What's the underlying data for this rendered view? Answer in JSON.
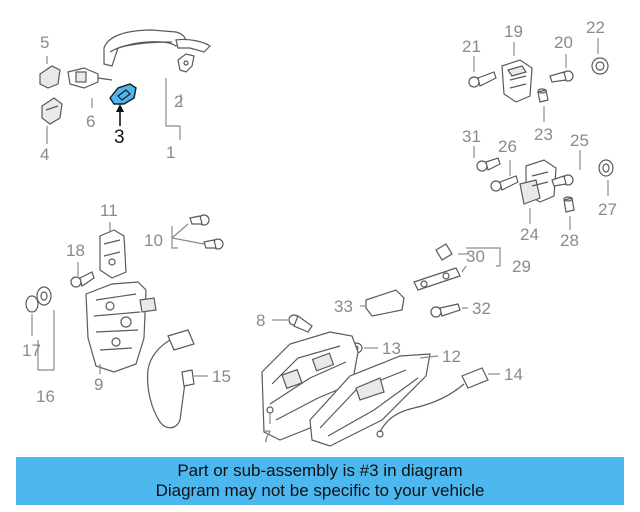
{
  "colors": {
    "highlight": "#4db8f0",
    "banner_bg": "#4db8f0",
    "label": "#8a8a8a",
    "line": "#5a5a5a"
  },
  "highlighted_part": "3",
  "callouts": {
    "n1": "1",
    "n2": "2",
    "n3": "3",
    "n4": "4",
    "n5": "5",
    "n6": "6",
    "n7": "7",
    "n8": "8",
    "n9": "9",
    "n10": "10",
    "n11": "11",
    "n12": "12",
    "n13": "13",
    "n14": "14",
    "n15": "15",
    "n16": "16",
    "n17": "17",
    "n18": "18",
    "n19": "19",
    "n20": "20",
    "n21": "21",
    "n22": "22",
    "n23": "23",
    "n24": "24",
    "n25": "25",
    "n26": "26",
    "n27": "27",
    "n28": "28",
    "n29": "29",
    "n30": "30",
    "n31": "31",
    "n32": "32",
    "n33": "33"
  },
  "banner": {
    "line1": "Part or sub-assembly is #3 in diagram",
    "line2": "Diagram may not be specific to your vehicle"
  }
}
